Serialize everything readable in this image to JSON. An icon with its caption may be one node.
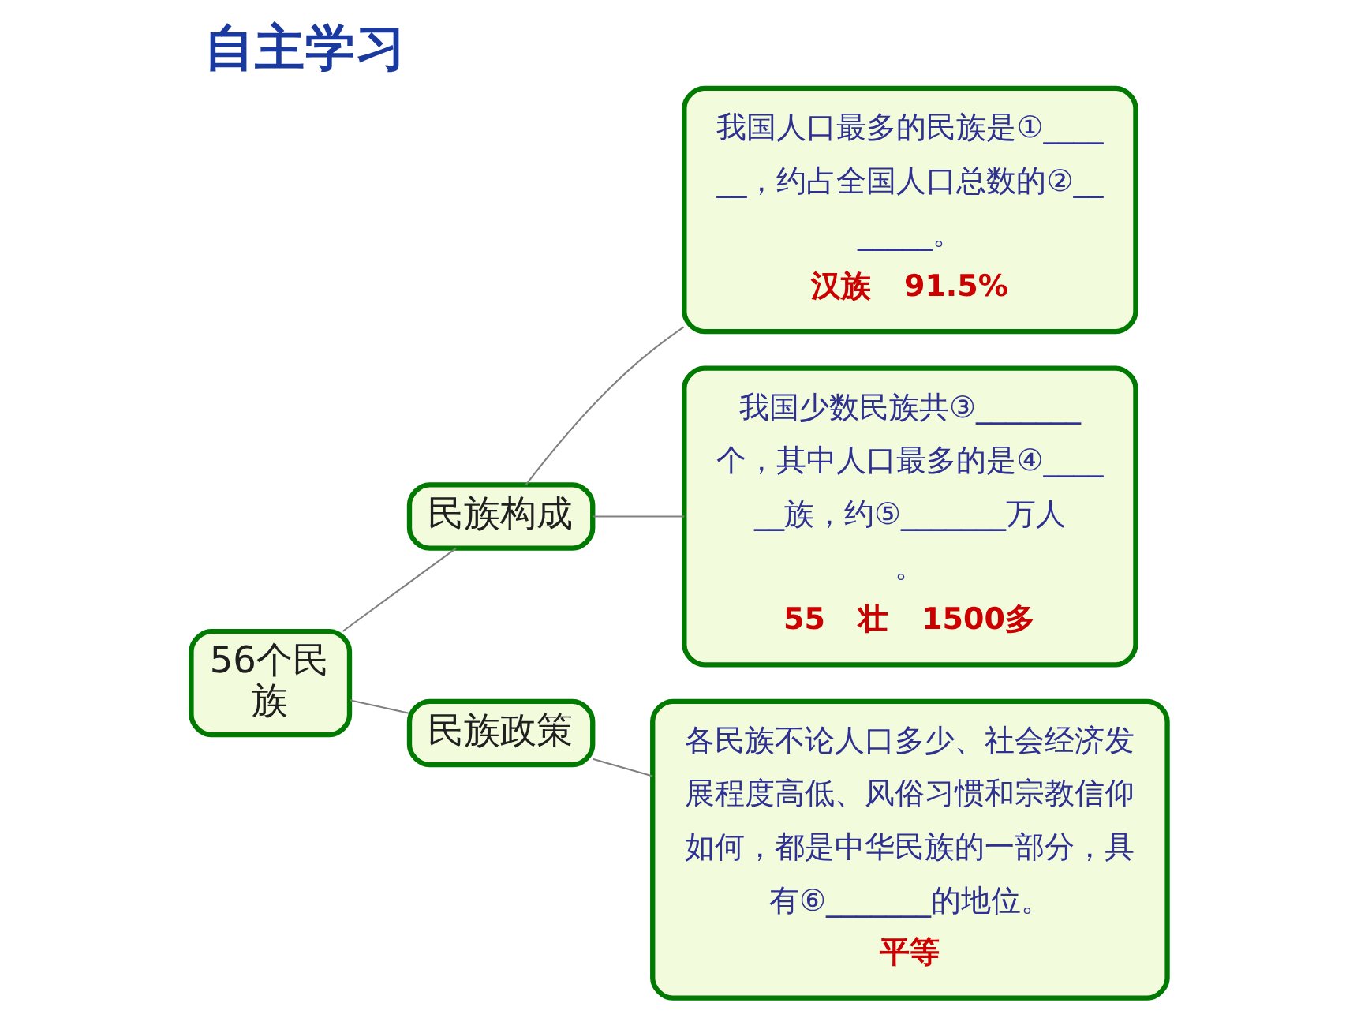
{
  "diagram": {
    "title": "自主学习",
    "nodes": [
      {
        "text": [
          "56个民族"
        ]
      },
      {
        "text": [
          "民族构成"
        ]
      },
      {
        "text": [
          "民族政策"
        ]
      },
      {
        "text": [
          "我国人口最多的民族是①______，约占全国人口总数的②_______。",
          "汉族",
          "91.5%"
        ]
      },
      {
        "text": [
          "我国少数民族共③_______个，其中人口最多的是④______族，约⑤_______万人。",
          "55",
          "壮",
          "1500多"
        ]
      },
      {
        "text": [
          "各民族不论人口多少、社会经济发展程度高低、风俗习惯和宗教信仰如何，都是中华民族的一部分，具有⑥_______的地位。",
          "平等"
        ]
      }
    ],
    "edges": [
      {
        "from": 0,
        "to": 1,
        "arrow": "none"
      },
      {
        "from": 0,
        "to": 2,
        "arrow": "none"
      },
      {
        "from": 1,
        "to": 3,
        "arrow": "none"
      },
      {
        "from": 1,
        "to": 4,
        "arrow": "none"
      },
      {
        "from": 2,
        "to": 5,
        "arrow": "none"
      }
    ]
  }
}
